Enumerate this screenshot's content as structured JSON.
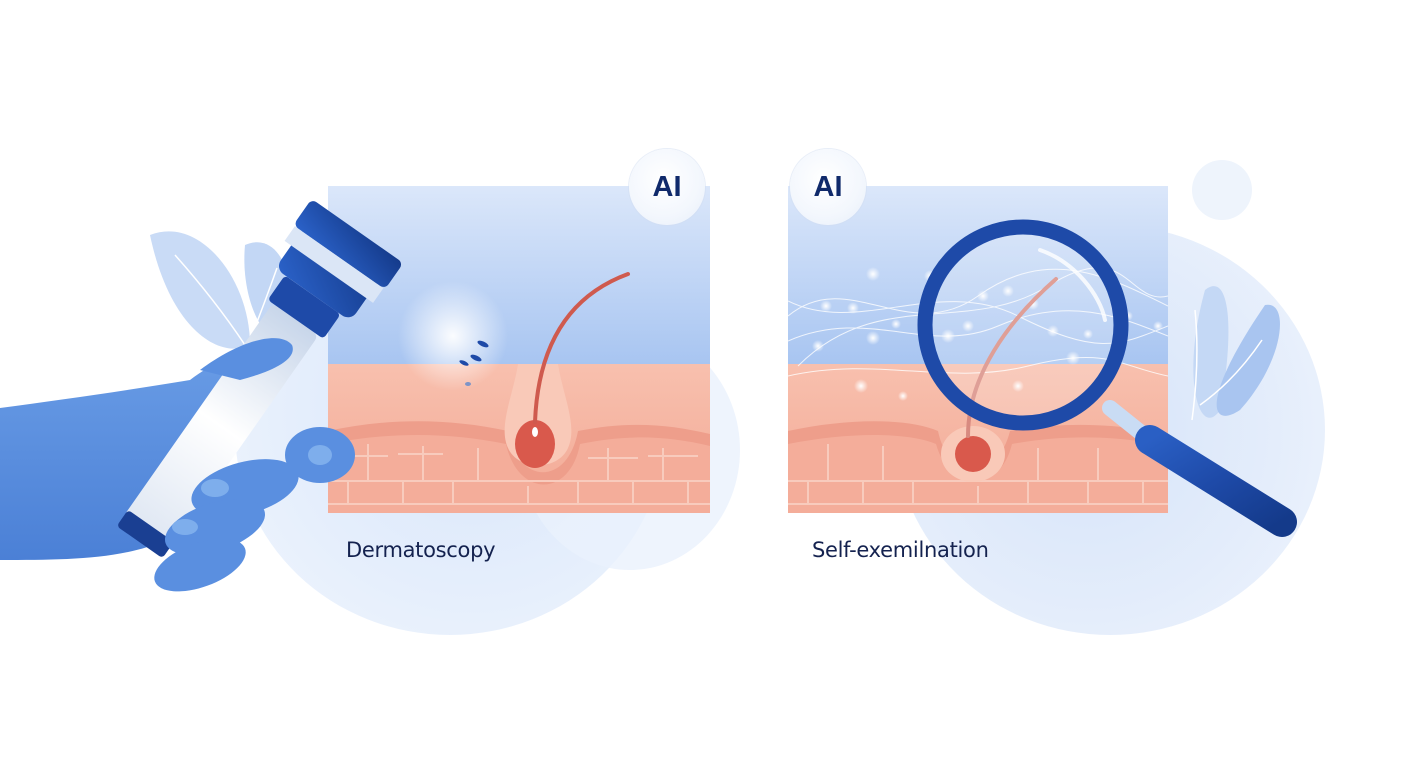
{
  "illustration": {
    "left_panel": {
      "badge_label": "AI",
      "caption": "Dermatoscopy",
      "tool": "dermatoscope-in-gloved-hand"
    },
    "right_panel": {
      "badge_label": "AI",
      "caption": "Self-exemilnation",
      "tool": "magnifying-glass"
    }
  },
  "colors": {
    "accent_blue": "#1e4aa8",
    "glove_blue": "#5b8fe0",
    "sky_top": "#dce8fa",
    "sky_bottom": "#a9c6f1",
    "skin_light": "#f7b7a5",
    "skin_dark": "#ef9f8c",
    "follicle_red": "#d9594c",
    "text_dark": "#14224f",
    "blob_light": "#e3edfb"
  }
}
